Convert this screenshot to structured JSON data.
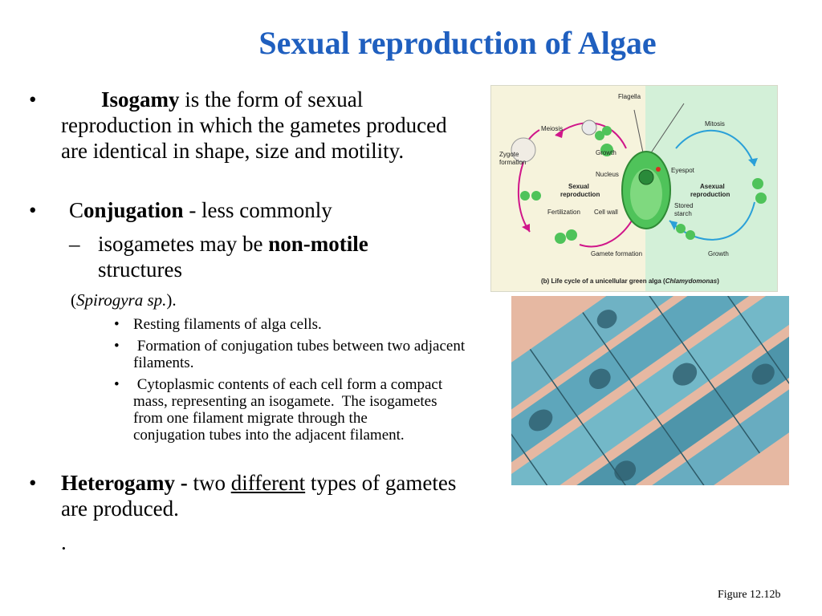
{
  "title": "Sexual reproduction of Algae",
  "bullets": {
    "isogamy": {
      "bullet": "•",
      "term": "Isogamy",
      "rest": " is the form of sexual reproduction in which the gametes produced are identical in shape, size and motility."
    },
    "conjugation": {
      "bullet": "•",
      "prefix": "C",
      "term": "onjugation",
      "rest": " - less commonly"
    },
    "sub": {
      "dash": "–",
      "pre": "isogametes may be ",
      "term": "non-motile",
      "post": " structures"
    },
    "spirogyra": {
      "open": "(",
      "name": "Spirogyra sp.",
      "close": ")."
    },
    "details": [
      {
        "bullet": "•",
        "text": "Resting filaments of alga cells."
      },
      {
        "bullet": "•",
        "text": " Formation of conjugation tubes between two adjacent filaments."
      },
      {
        "bullet": "•",
        "text": " Cytoplasmic contents of each cell form a compact mass, representing an isogamete.  The isogametes from one filament migrate through the conjugation tubes into the adjacent filament."
      }
    ],
    "heterogamy": {
      "bullet": "•",
      "term": "Heterogamy -",
      "pre": " two ",
      "underlined": "different",
      "post": " types of gametes are produced."
    },
    "dot": "."
  },
  "diagram": {
    "labels": {
      "flagella": "Flagella",
      "meiosis": "Meiosis",
      "growth_top": "Growth",
      "zygote": "Zygote",
      "formation": "formation",
      "nucleus": "Nucleus",
      "eyespot": "Eyespot",
      "mitosis": "Mitosis",
      "sexual": "Sexual",
      "reproduction": "reproduction",
      "asexual": "Asexual",
      "reproduction2": "reproduction",
      "fertilization": "Fertilization",
      "cellwall": "Cell wall",
      "stored": "Stored",
      "starch": "starch",
      "gamete_formation": "Gamete formation",
      "growth_bottom": "Growth"
    },
    "caption_prefix": "(b) Life cycle of a unicellular green alga (",
    "caption_italic": "Chlamydomonas",
    "caption_suffix": ")",
    "colors": {
      "left_bg": "#f6f3dc",
      "right_bg": "#d3f0d8",
      "cell": "#4fc35a",
      "pink_arrow": "#d0168a",
      "blue_arrow": "#2aa0d8"
    }
  },
  "figure_label": "Figure 12.12b"
}
